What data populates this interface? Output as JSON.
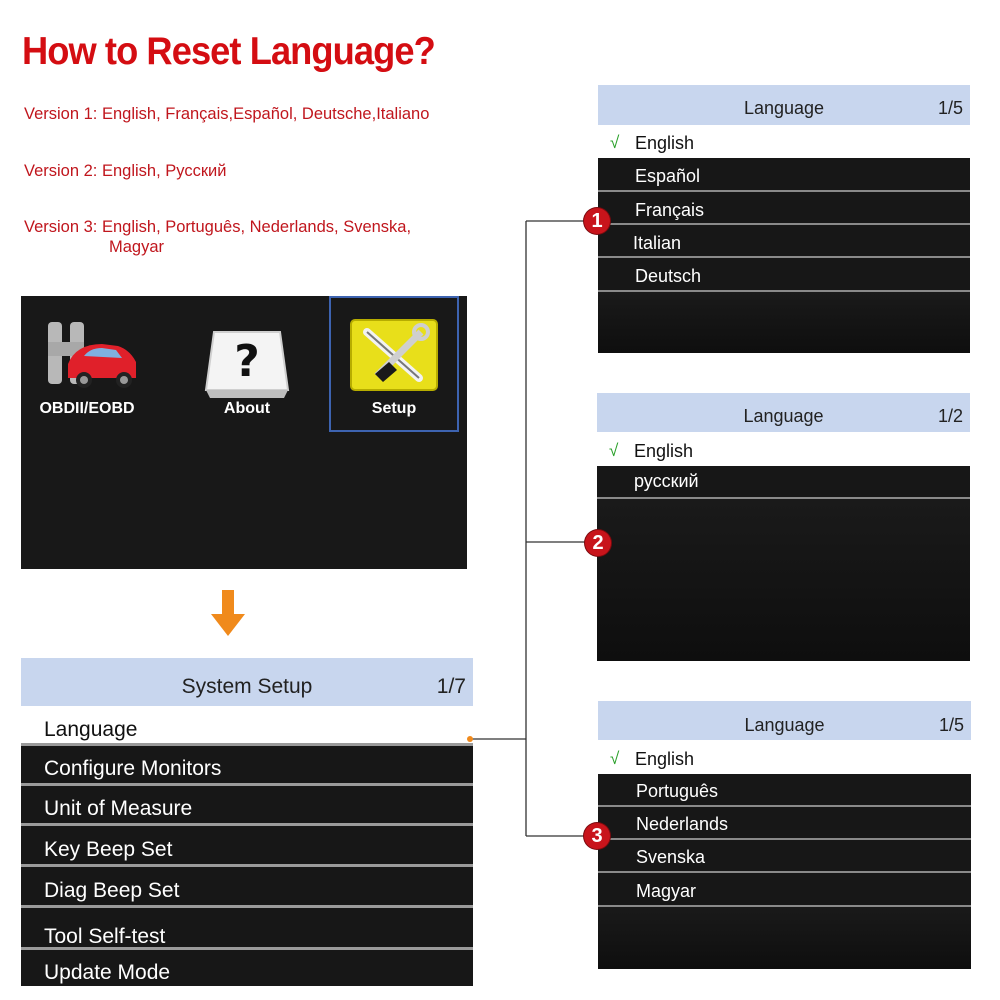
{
  "heading": "How to Reset Language?",
  "versions": {
    "v1": "Version 1: English, Français,Español, Deutsche,Italiano",
    "v2": "Version 2: English, Русский",
    "v3_line1": "Version 3: English, Português, Nederlands, Svenska,",
    "v3_line2": "Magyar"
  },
  "main_menu": {
    "items": [
      {
        "label": "OBDII/EOBD",
        "icon": "car-wrench-icon"
      },
      {
        "label": "About",
        "icon": "question-key-icon"
      },
      {
        "label": "Setup",
        "icon": "tools-icon",
        "selected": true
      }
    ]
  },
  "system_setup": {
    "title": "System Setup",
    "page": "1/7",
    "items": [
      "Language",
      "Configure Monitors",
      "Unit of Measure",
      "Key Beep Set",
      "Diag Beep Set",
      "Tool Self-test",
      "Update Mode"
    ]
  },
  "lang1": {
    "badge": "1",
    "title": "Language",
    "page": "1/5",
    "items": [
      "English",
      "Español",
      "Français",
      "Italian",
      "Deutsch"
    ]
  },
  "lang2": {
    "badge": "2",
    "title": "Language",
    "page": "1/2",
    "items": [
      "English",
      "русский"
    ]
  },
  "lang3": {
    "badge": "3",
    "title": "Language",
    "page": "1/5",
    "items": [
      "English",
      "Português",
      "Nederlands",
      "Svenska",
      "Magyar"
    ]
  },
  "colors": {
    "heading_red": "#d40d12",
    "header_blue": "#c8d6ee",
    "check_green": "#2aa02a",
    "arrow_orange": "#f08a1c",
    "badge_red": "#c8141b"
  }
}
